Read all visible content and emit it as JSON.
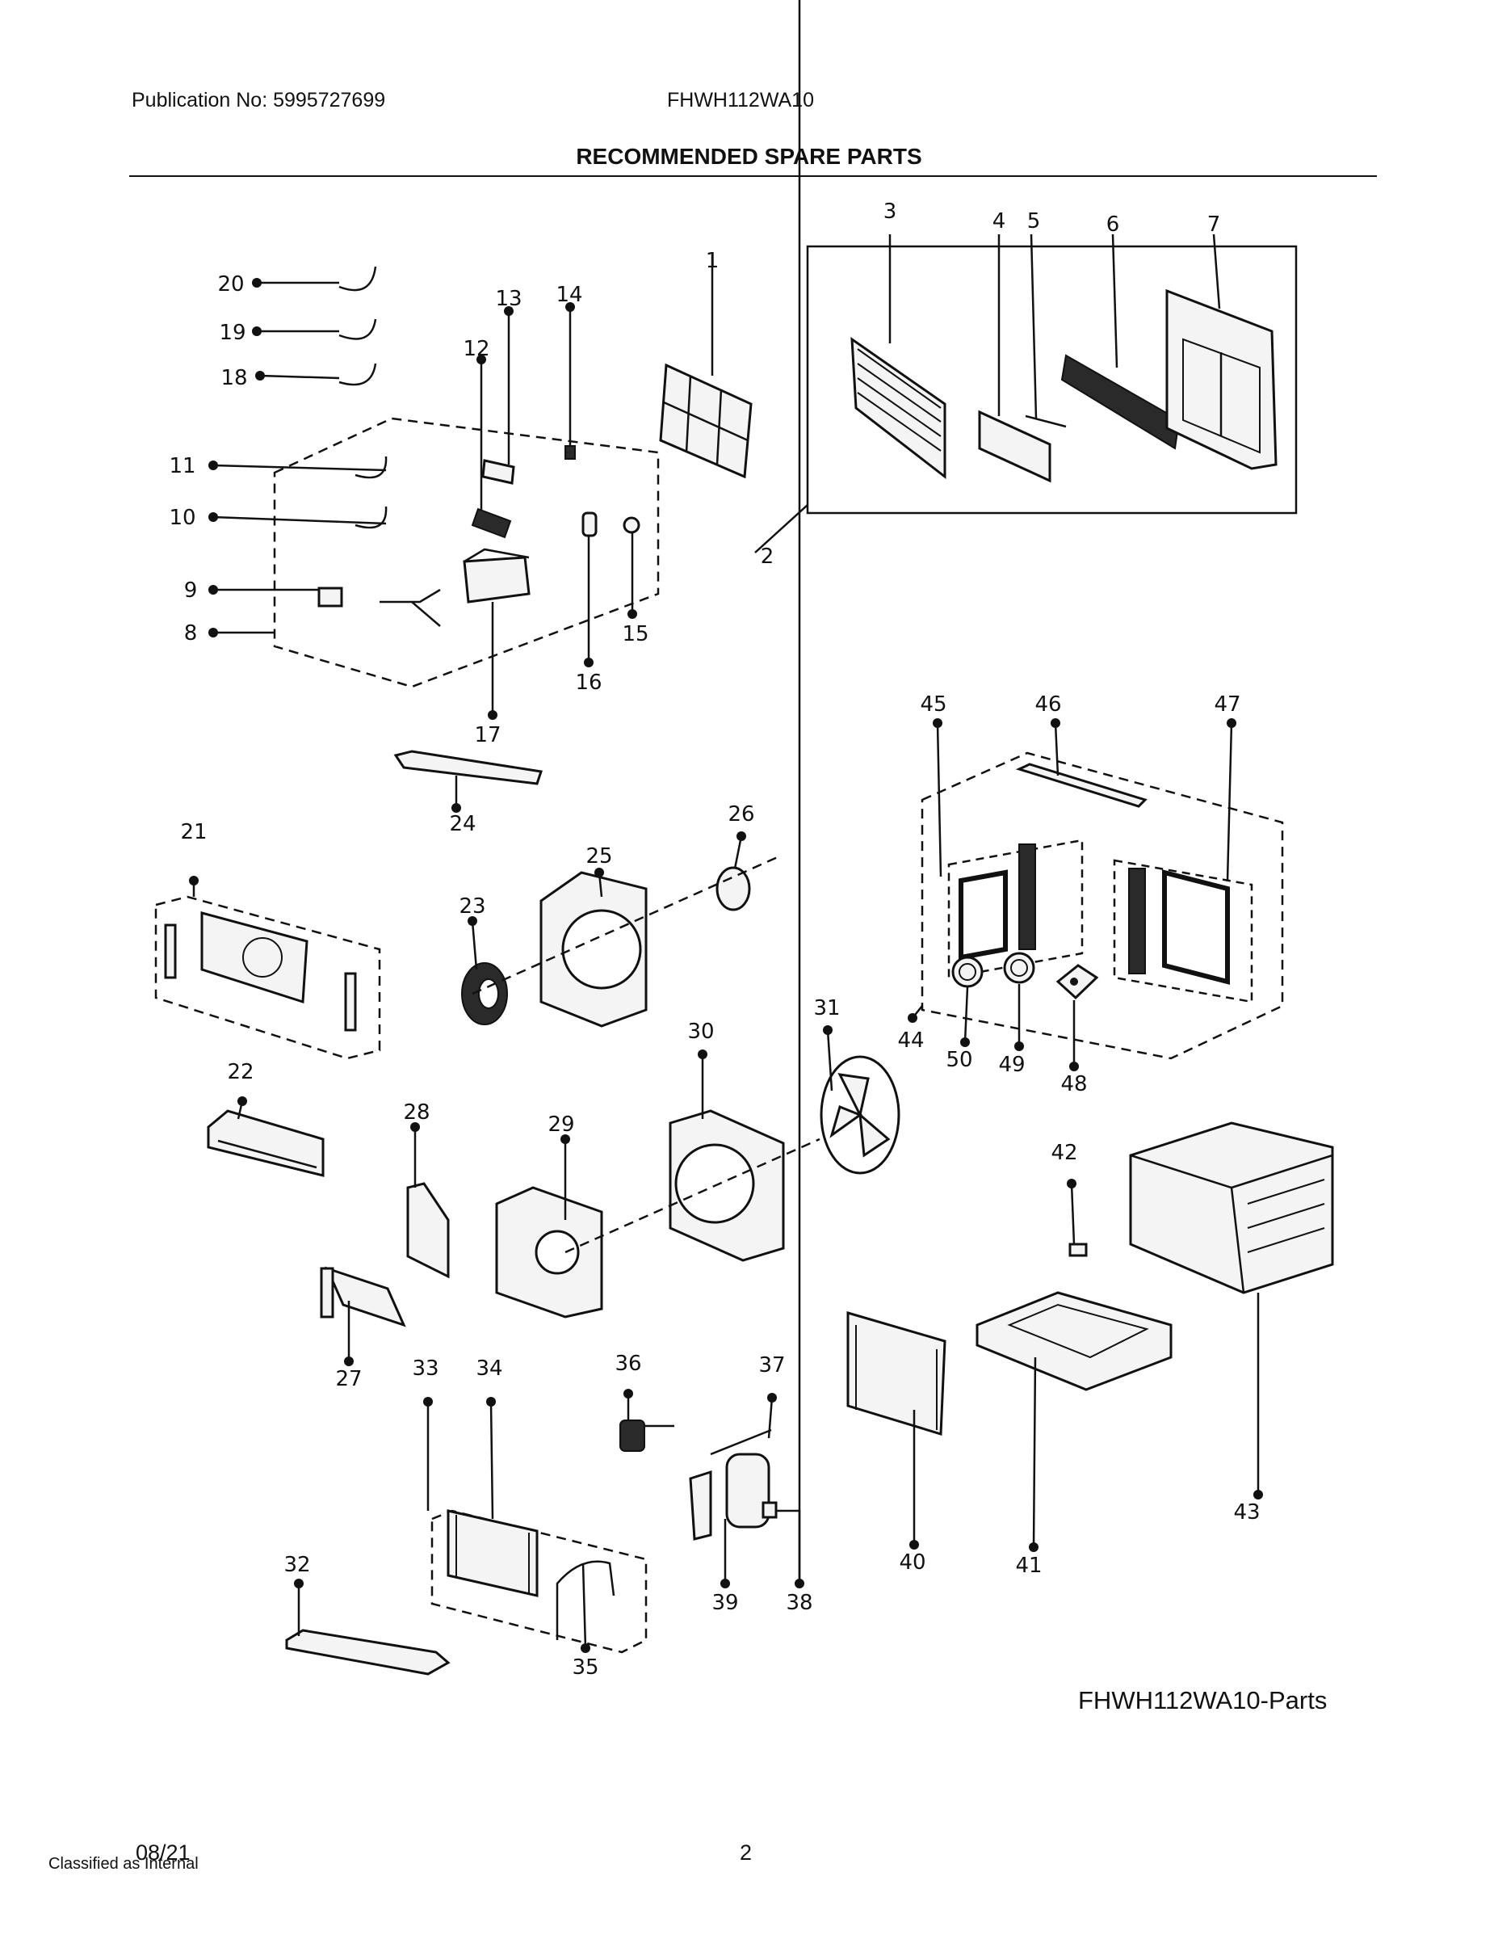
{
  "header": {
    "publication": "Publication No: 5995727699",
    "model": "FHWH112WA10",
    "title": "RECOMMENDED SPARE PARTS"
  },
  "diagram": {
    "parts": [
      "1",
      "2",
      "3",
      "4",
      "5",
      "6",
      "7",
      "8",
      "9",
      "10",
      "11",
      "12",
      "13",
      "14",
      "15",
      "16",
      "17",
      "18",
      "19",
      "20",
      "21",
      "22",
      "23",
      "24",
      "25",
      "26",
      "27",
      "28",
      "29",
      "30",
      "31",
      "32",
      "33",
      "34",
      "35",
      "36",
      "37",
      "38",
      "39",
      "40",
      "41",
      "42",
      "43",
      "44",
      "45",
      "46",
      "47",
      "48",
      "49",
      "50"
    ],
    "caption": "FHWH112WA10-Parts"
  },
  "footer": {
    "date": "08/21",
    "classification": "Classified as Internal",
    "page": "2"
  }
}
